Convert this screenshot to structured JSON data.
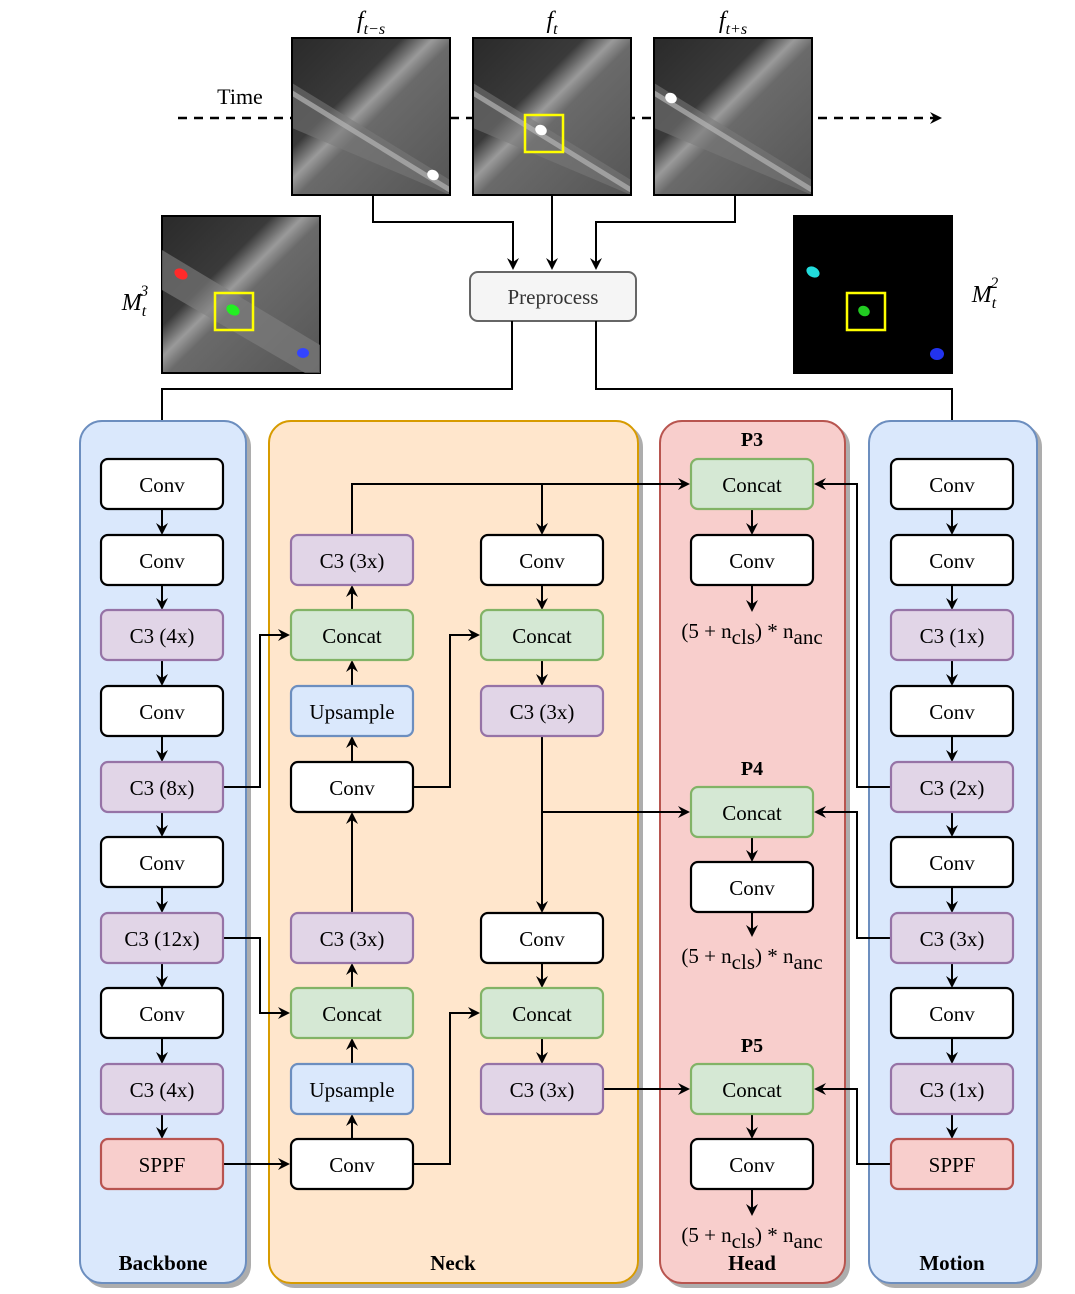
{
  "top": {
    "time_label": "Time",
    "frames": [
      {
        "label_base": "f",
        "label_sub": "t−s"
      },
      {
        "label_base": "f",
        "label_sub": "t"
      },
      {
        "label_base": "f",
        "label_sub": "t+s"
      }
    ],
    "preprocess_label": "Preprocess",
    "m3_label_base": "M",
    "m3_sub": "t",
    "m3_sup": "3",
    "m2_label_base": "M",
    "m2_sub": "t",
    "m2_sup": "2"
  },
  "colors": {
    "blue_fill": "#dae8fc",
    "blue_stroke": "#6c8ebf",
    "orange_fill": "#ffe6cc",
    "orange_stroke": "#d79b00",
    "red_fill": "#f8cecc",
    "red_stroke": "#b85450",
    "green_fill": "#d5e8d4",
    "green_stroke": "#82b366",
    "purple_fill": "#e1d5e7",
    "purple_stroke": "#9673a6",
    "highlight": "#ffff00"
  },
  "panels": {
    "backbone": {
      "title": "Backbone",
      "blocks": [
        "Conv",
        "Conv",
        "C3 (4x)",
        "Conv",
        "C3 (8x)",
        "Conv",
        "C3 (12x)",
        "Conv",
        "C3 (4x)",
        "SPPF"
      ]
    },
    "neck": {
      "title": "Neck",
      "left_col": [
        "C3 (3x)",
        "Concat",
        "Upsample",
        "Conv",
        "C3 (3x)",
        "Concat",
        "Upsample",
        "Conv"
      ],
      "right_col": [
        "Conv",
        "Concat",
        "C3 (3x)",
        "Conv",
        "Concat",
        "C3 (3x)"
      ]
    },
    "head": {
      "title": "Head",
      "scales": [
        {
          "name": "P3",
          "concat": "Concat",
          "conv": "Conv",
          "out_pre": "(5 + n",
          "out_sub1": "cls",
          "out_mid": ") * n",
          "out_sub2": "anc"
        },
        {
          "name": "P4",
          "concat": "Concat",
          "conv": "Conv",
          "out_pre": "(5 + n",
          "out_sub1": "cls",
          "out_mid": ") * n",
          "out_sub2": "anc"
        },
        {
          "name": "P5",
          "concat": "Concat",
          "conv": "Conv",
          "out_pre": "(5 + n",
          "out_sub1": "cls",
          "out_mid": ") * n",
          "out_sub2": "anc"
        }
      ]
    },
    "motion": {
      "title": "Motion",
      "blocks": [
        "Conv",
        "Conv",
        "C3 (1x)",
        "Conv",
        "C3 (2x)",
        "Conv",
        "C3 (3x)",
        "Conv",
        "C3 (1x)",
        "SPPF"
      ]
    }
  }
}
